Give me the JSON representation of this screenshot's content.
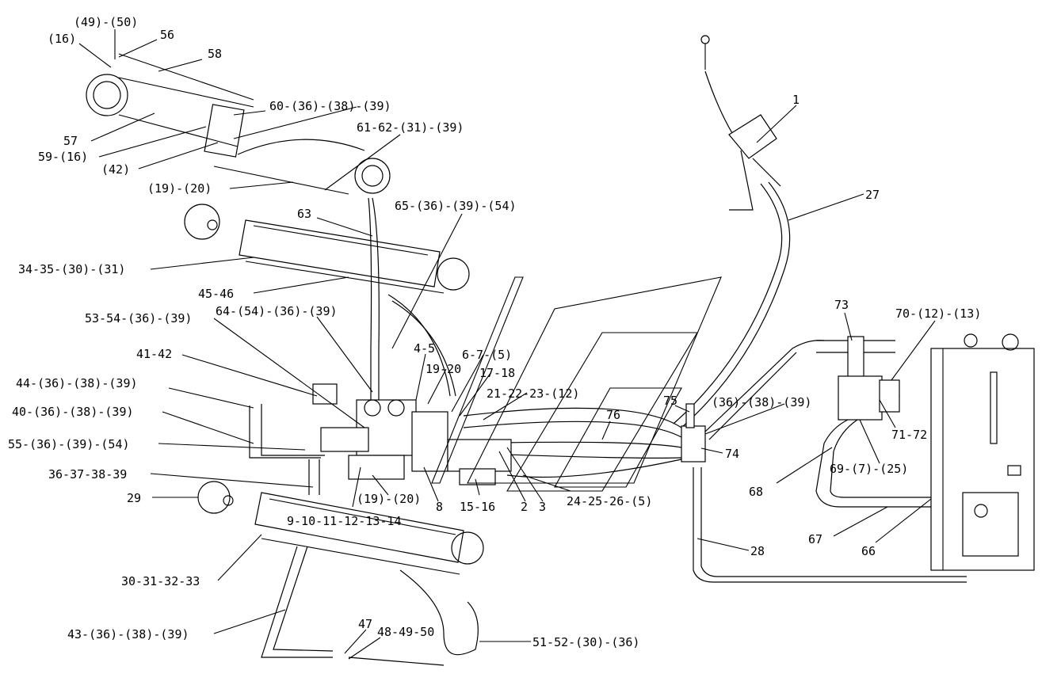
{
  "labels": [
    {
      "id": "l1",
      "text": "(49)-(50)"
    },
    {
      "id": "l2",
      "text": "(16)"
    },
    {
      "id": "l3",
      "text": "56"
    },
    {
      "id": "l4",
      "text": "58"
    },
    {
      "id": "l5",
      "text": "60-(36)-(38)-(39)"
    },
    {
      "id": "l6",
      "text": "61-62-(31)-(39)"
    },
    {
      "id": "l7",
      "text": "57"
    },
    {
      "id": "l8",
      "text": "59-(16)"
    },
    {
      "id": "l9",
      "text": "(42)"
    },
    {
      "id": "l10",
      "text": "(19)-(20)"
    },
    {
      "id": "l11",
      "text": "65-(36)-(39)-(54)"
    },
    {
      "id": "l12",
      "text": "63"
    },
    {
      "id": "l13",
      "text": "34-35-(30)-(31)"
    },
    {
      "id": "l14",
      "text": "45-46"
    },
    {
      "id": "l15",
      "text": "53-54-(36)-(39)"
    },
    {
      "id": "l16",
      "text": "64-(54)-(36)-(39)"
    },
    {
      "id": "l17",
      "text": "41-42"
    },
    {
      "id": "l18",
      "text": "4-5"
    },
    {
      "id": "l19",
      "text": "6-7-(5)"
    },
    {
      "id": "l20",
      "text": "19-20"
    },
    {
      "id": "l21",
      "text": "17-18"
    },
    {
      "id": "l22",
      "text": "21-22-23-(12)"
    },
    {
      "id": "l23",
      "text": "44-(36)-(38)-(39)"
    },
    {
      "id": "l24",
      "text": "40-(36)-(38)-(39)"
    },
    {
      "id": "l25",
      "text": "55-(36)-(39)-(54)"
    },
    {
      "id": "l26",
      "text": "36-37-38-39"
    },
    {
      "id": "l27",
      "text": "29"
    },
    {
      "id": "l28",
      "text": "9-10-11-12-13-14"
    },
    {
      "id": "l29",
      "text": "(19)-(20)"
    },
    {
      "id": "l30",
      "text": "8"
    },
    {
      "id": "l31",
      "text": "15-16"
    },
    {
      "id": "l32",
      "text": "2"
    },
    {
      "id": "l33",
      "text": "3"
    },
    {
      "id": "l34",
      "text": "24-25-26-(5)"
    },
    {
      "id": "l35",
      "text": "30-31-32-33"
    },
    {
      "id": "l36",
      "text": "43-(36)-(38)-(39)"
    },
    {
      "id": "l37",
      "text": "47"
    },
    {
      "id": "l38",
      "text": "48-49-50"
    },
    {
      "id": "l39",
      "text": "51-52-(30)-(36)"
    },
    {
      "id": "l40",
      "text": "1"
    },
    {
      "id": "l41",
      "text": "27"
    },
    {
      "id": "l42",
      "text": "76"
    },
    {
      "id": "l43",
      "text": "75"
    },
    {
      "id": "l44",
      "text": "74"
    },
    {
      "id": "l45",
      "text": "28"
    },
    {
      "id": "l46",
      "text": "73"
    },
    {
      "id": "l47",
      "text": "70-(12)-(13)"
    },
    {
      "id": "l48",
      "text": "(36)-(38)-(39)"
    },
    {
      "id": "l49",
      "text": "71-72"
    },
    {
      "id": "l50",
      "text": "69-(7)-(25)"
    },
    {
      "id": "l51",
      "text": "68"
    },
    {
      "id": "l52",
      "text": "67"
    },
    {
      "id": "l53",
      "text": "66"
    }
  ]
}
